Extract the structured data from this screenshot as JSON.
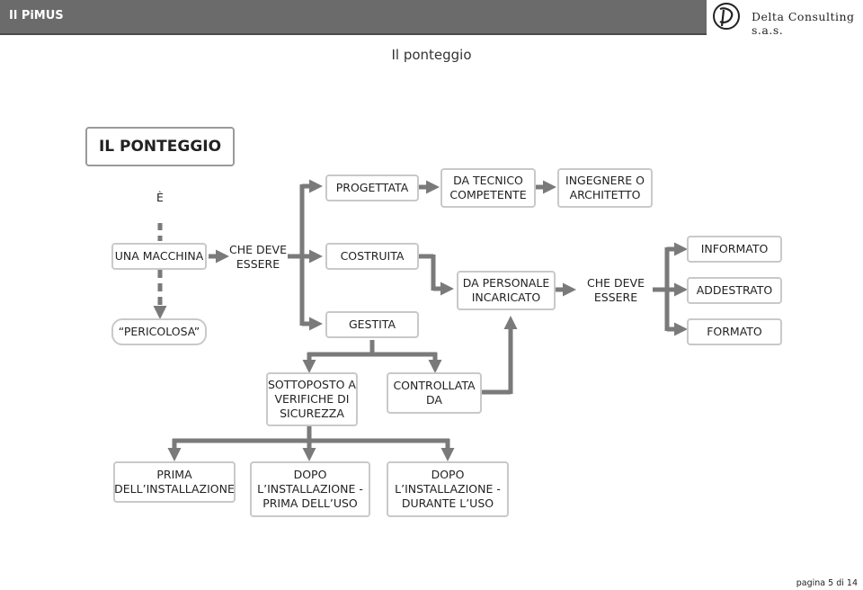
{
  "header": {
    "title": "Il PiMUS",
    "company": "Delta Consulting s.a.s."
  },
  "page_title": "Il ponteggio",
  "nodes": {
    "ponteggio": "IL PONTEGGIO",
    "e": "È",
    "macchina": "UNA MACCHINA",
    "che_deve_essere_1": "CHE DEVE\nESSERE",
    "pericolosa": "“PERICOLOSA”",
    "progettata": "PROGETTATA",
    "costruita": "COSTRUITA",
    "gestita": "GESTITA",
    "tecnico": "DA TECNICO\nCOMPETENTE",
    "ingegnere": "INGEGNERE O\nARCHITETTO",
    "personale": "DA PERSONALE\nINCARICATO",
    "che_deve_essere_2": "CHE DEVE\nESSERE",
    "informato": "INFORMATO",
    "addestrato": "ADDESTRATO",
    "formato": "FORMATO",
    "sottoposto": "SOTTOPOSTO A\nVERIFICHE DI\nSICUREZZA",
    "controllata": "CONTROLLATA\nDA",
    "prima": "PRIMA\nDELL’INSTALLAZIONE",
    "dopo_prima": "DOPO\nL’INSTALLAZIONE -\nPRIMA DELL’USO",
    "dopo_durante": "DOPO\nL’INSTALLAZIONE -\nDURANTE L’USO"
  },
  "footer": "pagina 5 di 14",
  "colors": {
    "arrow": "#7a7a7a",
    "box_border": "#c9c9c9",
    "header_bg": "#6b6b6b"
  }
}
